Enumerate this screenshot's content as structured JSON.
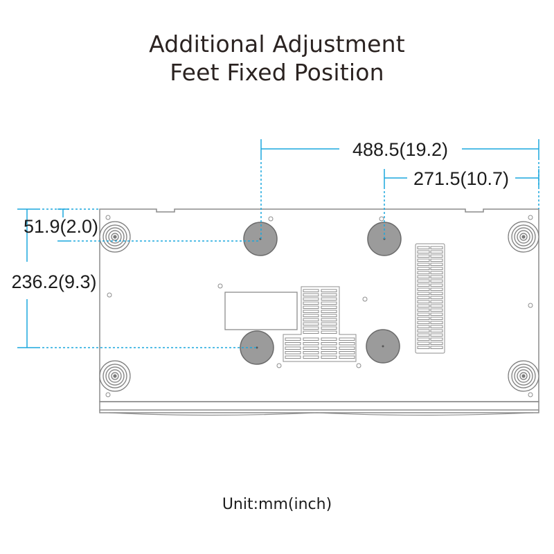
{
  "title": {
    "line1": "Additional Adjustment",
    "line2": "Feet Fixed Position"
  },
  "dimensions": {
    "width_outer": "488.5(19.2)",
    "width_inner": "271.5(10.7)",
    "depth_short": "51.9(2.0)",
    "depth_long": "236.2(9.3)"
  },
  "unit_label": "Unit:mm(inch)",
  "colors": {
    "dimension_line": "#1aa7dd",
    "outline": "#8c8c8c",
    "foot_fill": "#9b9b9b",
    "text": "#231f20"
  }
}
